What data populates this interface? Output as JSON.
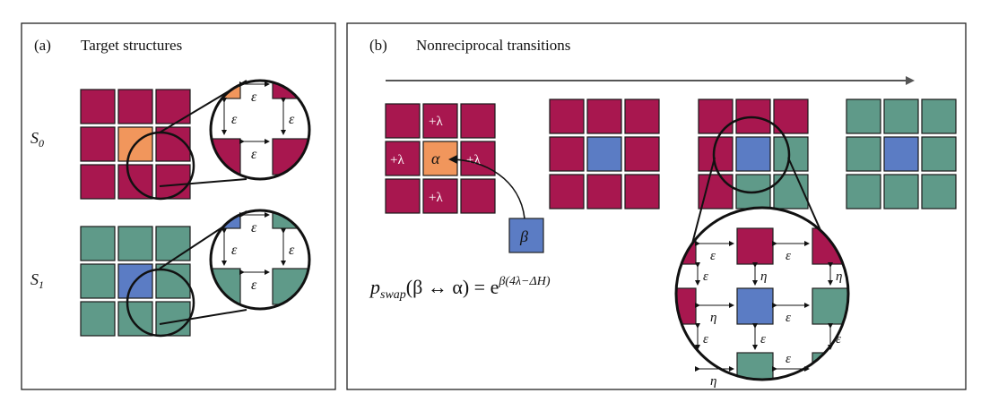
{
  "panel_a": {
    "label": "(a)",
    "title": "Target structures",
    "row0_label": "S",
    "row0_sub": "0",
    "row1_label": "S",
    "row1_sub": "1",
    "eps": "ε"
  },
  "panel_b": {
    "label": "(b)",
    "title": "Nonreciprocal transitions",
    "plus_lambda": "+λ",
    "alpha": "α",
    "beta": "β",
    "eps": "ε",
    "eta": "η",
    "formula_main": "p",
    "formula_sub": "swap",
    "formula_args": "(β ↔ α) = e",
    "formula_exp": "β(4λ−ΔH)"
  },
  "colors": {
    "magenta": "#a8174f",
    "green": "#5f9a89",
    "orange": "#f1965c",
    "blue": "#5b7cc4",
    "border": "#1a1a1a"
  }
}
